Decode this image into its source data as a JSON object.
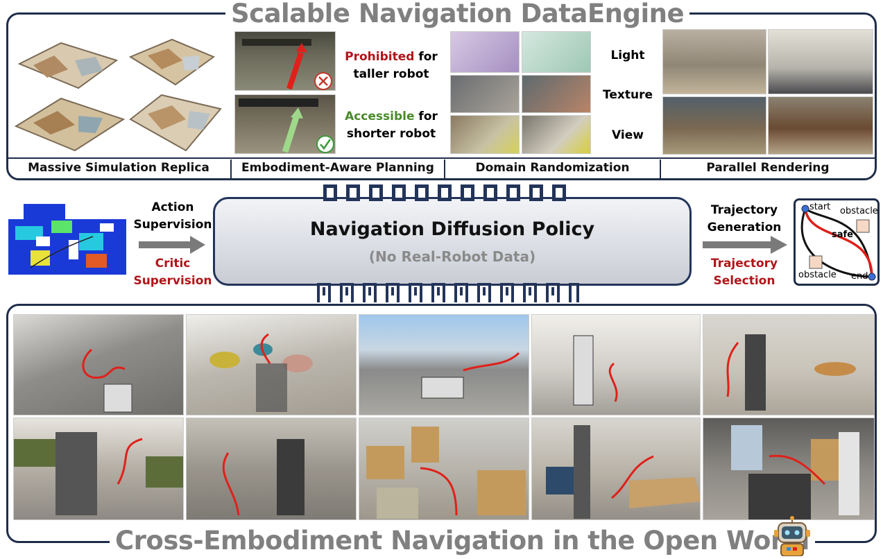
{
  "top": {
    "title": "Scalable Navigation DataEngine",
    "captions": [
      "Massive Simulation Replica",
      "Embodiment-Aware Planning",
      "Domain Randomization",
      "Parallel Rendering"
    ],
    "planning": {
      "prohibited_word": "Prohibited",
      "prohibited_rest": " for",
      "prohibited_line2": "taller robot",
      "accessible_word": "Accessible",
      "accessible_rest": " for",
      "accessible_line2": "shorter robot"
    },
    "randomization_labels": [
      "Light",
      "Texture",
      "View"
    ]
  },
  "middle": {
    "left_label_1": "Action",
    "left_label_2": "Supervision",
    "left_label_3": "Critic",
    "left_label_4": "Supervision",
    "policy_title": "Navigation Diffusion Policy",
    "policy_subtitle": "(No Real-Robot Data)",
    "right_label_1": "Trajectory",
    "right_label_2": "Generation",
    "right_label_3": "Trajectory",
    "right_label_4": "Selection",
    "diagram": {
      "start": "start",
      "end": "end",
      "obstacle_top": "obstacle",
      "obstacle_bottom": "obstacle",
      "safe": "safe"
    }
  },
  "bottom": {
    "title": "Cross-Embodiment Navigation in the Open World"
  },
  "colors": {
    "frame": "#1f2d4a",
    "title_gray": "#808080",
    "red_text": "#b0161a",
    "green_text": "#4a8a2a",
    "trajectory_red": "#e0201a"
  }
}
